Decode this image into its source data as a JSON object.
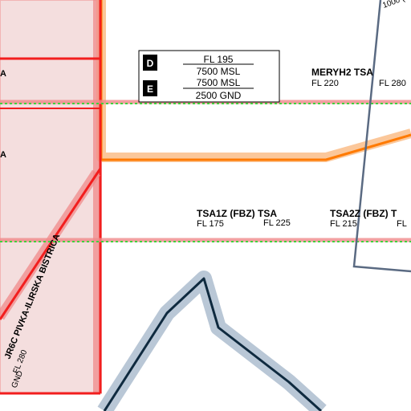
{
  "airspace_box": {
    "rows": [
      {
        "class": "D",
        "upper": "FL 195",
        "lower": "7500 MSL"
      },
      {
        "class": "E",
        "upper": "7500 MSL",
        "lower": "2500 GND"
      }
    ]
  },
  "areas": [
    {
      "name": "MERYH2 TSA",
      "lower": "FL 220",
      "upper": "FL 280"
    },
    {
      "name": "TSA1Z (FBZ) TSA",
      "lower": "FL 175",
      "upper": "FL 225"
    },
    {
      "name": "TSA2Z (FBZ) T",
      "lower": "FL 215",
      "upper": "FL"
    }
  ],
  "route_label": {
    "name": "JR6C PIVKA-ILIRSKA BISTRICA",
    "upper": "FL 280",
    "lower": "GND"
  },
  "partial_labels": {
    "top_right": "1000 (",
    "left_a1": "A",
    "left_a2": "A"
  },
  "colors": {
    "restricted_fill": "#f4dede",
    "restricted_line": "#f21e1e",
    "restricted_halo": "#f08a8a",
    "boundary_orange": "#ff7a00",
    "boundary_orange_halo": "#fbc79a",
    "dotted_green": "#3fd23f",
    "route_dark": "#0f2a3f",
    "route_halo": "#b9c7d6",
    "grey_line": "#5a6a82"
  }
}
